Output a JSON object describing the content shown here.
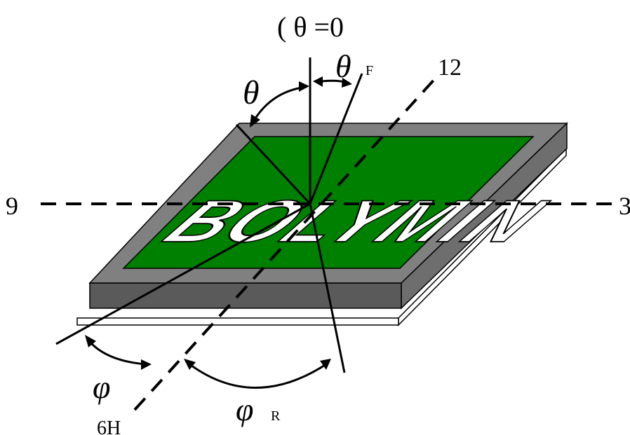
{
  "labels": {
    "normal": "( θ =0",
    "theta_f": "θ",
    "theta_f_sub": "F",
    "theta": "θ",
    "clock_12": "12",
    "clock_9": "9",
    "clock_3": "3",
    "clock_6": "6H",
    "phi": "φ",
    "phi_r": "φ",
    "phi_r_sub": "R"
  },
  "logo": {
    "text": "BOLYMIN"
  },
  "colors": {
    "panel_green": "#008000",
    "bezel_gray": "#808080",
    "bezel_dark": "#5a5a5a",
    "bezel_side": "#6e6e6e",
    "base_white": "#ffffff"
  }
}
